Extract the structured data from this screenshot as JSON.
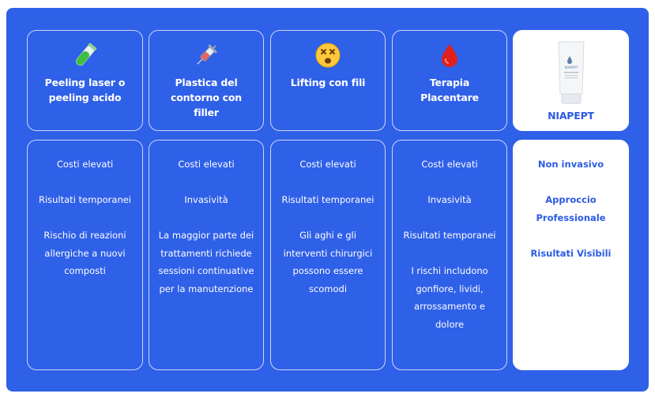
{
  "columns": [
    {
      "title": "Peeling laser o peeling acido",
      "icon": "test-tube-icon",
      "points": [
        "Costi elevati",
        "Risultati temporanei",
        "Rischio di reazioni allergiche a nuovi composti"
      ]
    },
    {
      "title": "Plastica del contorno con filler",
      "icon": "syringe-icon",
      "points": [
        "Costi elevati",
        "Invasività",
        "La maggior parte dei trattamenti richiede sessioni continuative per la manutenzione"
      ]
    },
    {
      "title": "Lifting con fili",
      "icon": "dizzy-face-icon",
      "points": [
        "Costi elevati",
        "Risultati temporanei",
        "Gli aghi e gli interventi chirurgici possono essere scomodi"
      ]
    },
    {
      "title": "Terapia Placentare",
      "icon": "blood-drop-icon",
      "points": [
        "Costi elevati",
        "Invasività",
        "Risultati temporanei",
        "I rischi includono gonfiore, lividi, arrossamento e dolore"
      ]
    },
    {
      "title": "NIAPEPT",
      "icon": "product-tube-icon",
      "product_label": "NIAPEPT",
      "points": [
        "Non invasivo",
        "Approccio Professionale",
        "Risultati Visibili"
      ]
    }
  ],
  "colors": {
    "background": "#2f60e8",
    "highlight_text": "#2c5be3",
    "card_border": "#ffffff"
  }
}
